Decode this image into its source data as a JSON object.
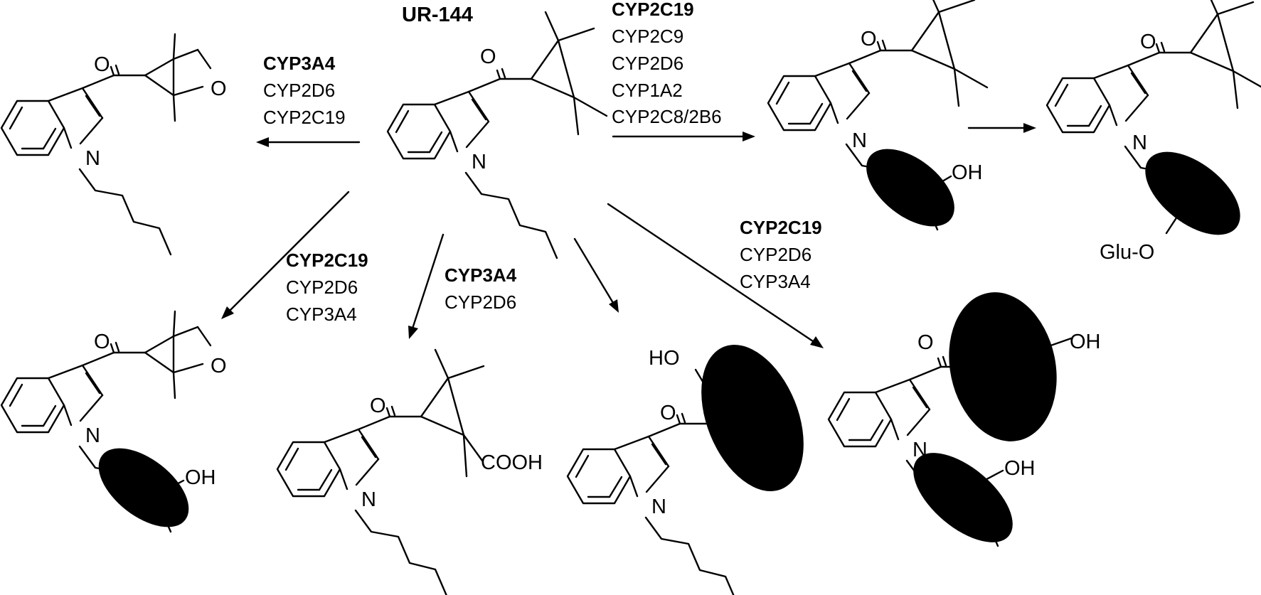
{
  "title": "UR-144",
  "atoms": {
    "O": "O",
    "N": "N",
    "OH": "OH",
    "HO": "HO",
    "COOH": "COOH",
    "GluO": "Glu-O"
  },
  "enzymes": {
    "to_top_left": [
      "CYP3A4",
      "CYP2D6",
      "CYP2C19"
    ],
    "to_top_right": [
      "CYP2C19",
      "CYP2C9",
      "CYP2D6",
      "CYP1A2",
      "CYP2C8/2B6"
    ],
    "to_bottom_1": [
      "CYP2C19",
      "CYP2D6",
      "CYP3A4"
    ],
    "to_bottom_2": [
      "CYP3A4",
      "CYP2D6"
    ],
    "to_bottom_4": [
      "CYP2C19",
      "CYP2D6",
      "CYP3A4"
    ]
  },
  "colors": {
    "ink": "#000000",
    "background": "#ffffff"
  }
}
